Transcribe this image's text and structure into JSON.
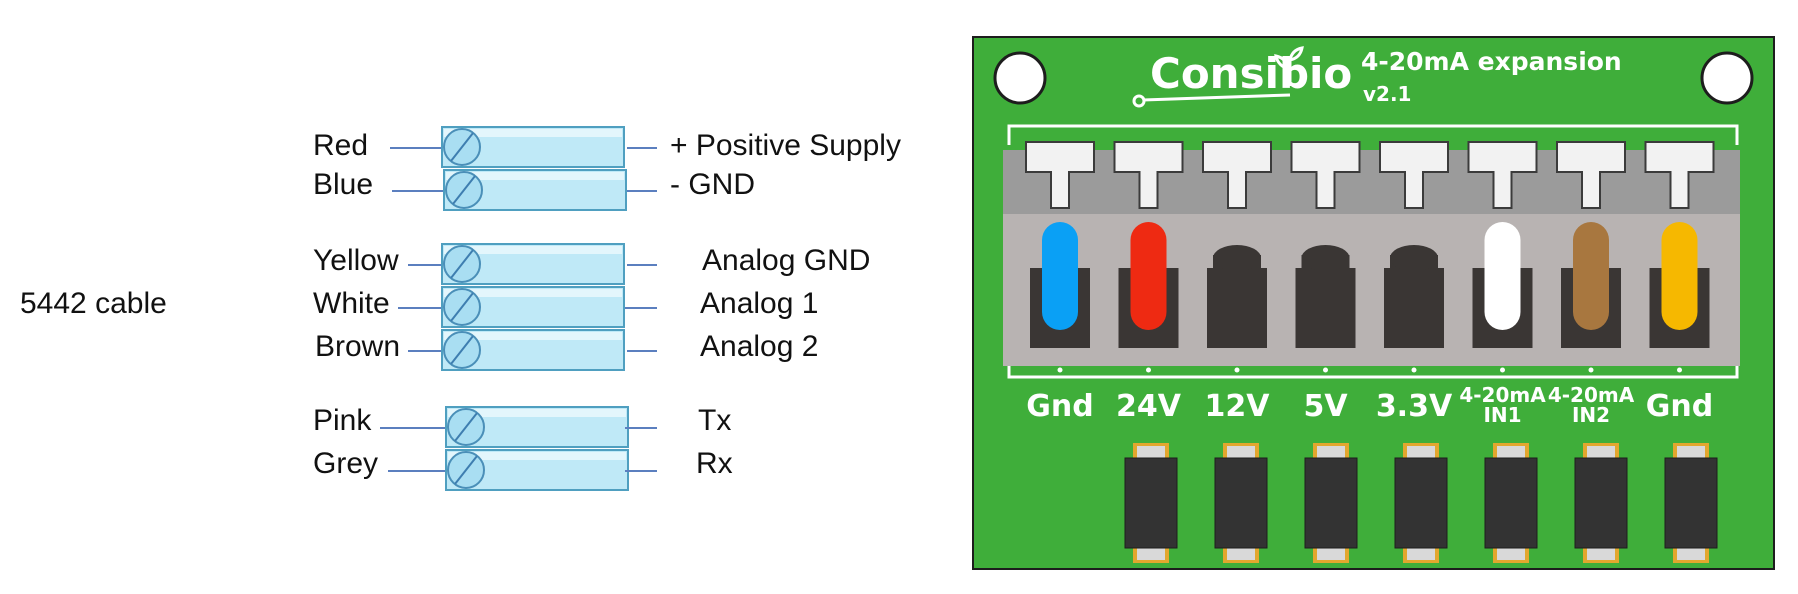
{
  "cable": {
    "label": "5442 cable"
  },
  "wires": [
    {
      "color_name": "Red",
      "signal": "+ Positive Supply"
    },
    {
      "color_name": "Blue",
      "signal": "-  GND"
    },
    {
      "color_name": "Yellow",
      "signal": "Analog GND"
    },
    {
      "color_name": "White",
      "signal": "Analog  1"
    },
    {
      "color_name": "Brown",
      "signal": "Analog  2"
    },
    {
      "color_name": "Pink",
      "signal": "Tx"
    },
    {
      "color_name": "Grey",
      "signal": "Rx"
    }
  ],
  "board": {
    "brand": "Consibio",
    "title": "4-20mA expansion",
    "version": "v2.1",
    "pins": [
      {
        "label": "Gnd",
        "sub": "",
        "wire": "blue"
      },
      {
        "label": "24V",
        "sub": "",
        "wire": "red"
      },
      {
        "label": "12V",
        "sub": "",
        "wire": ""
      },
      {
        "label": "5V",
        "sub": "",
        "wire": ""
      },
      {
        "label": "3.3V",
        "sub": "",
        "wire": ""
      },
      {
        "label": "4-20mA",
        "sub": "IN1",
        "wire": "white"
      },
      {
        "label": "4-20mA",
        "sub": "IN2",
        "wire": "brown"
      },
      {
        "label": "Gnd",
        "sub": "",
        "wire": "yellow"
      }
    ]
  },
  "colors": {
    "terminal_fill": "#bfe9f7",
    "terminal_stroke": "#4f9fc0",
    "line": "#5b7fbf",
    "pcb_green": "#3fae3a",
    "blue": "#0aa0f5",
    "red": "#ee2a12",
    "white": "#ffffff",
    "brown": "#a8773f",
    "yellow": "#f6b800"
  }
}
